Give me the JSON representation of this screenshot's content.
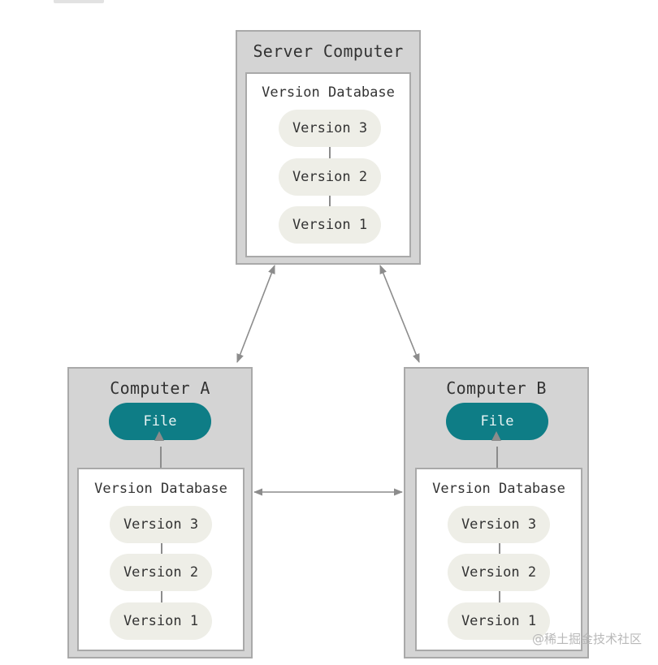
{
  "colors": {
    "box_fill": "#d4d4d4",
    "box_border": "#a9a9a9",
    "version_pill": "#eeeee7",
    "file_pill": "#0e7d86",
    "arrow": "#8c8c8c"
  },
  "server": {
    "title": "Server Computer",
    "database_title": "Version Database",
    "versions": [
      "Version 3",
      "Version 2",
      "Version 1"
    ]
  },
  "computer_a": {
    "title": "Computer A",
    "file_label": "File",
    "database_title": "Version Database",
    "versions": [
      "Version 3",
      "Version 2",
      "Version 1"
    ]
  },
  "computer_b": {
    "title": "Computer B",
    "file_label": "File",
    "database_title": "Version Database",
    "versions": [
      "Version 3",
      "Version 2",
      "Version 1"
    ]
  },
  "watermark": "@稀土掘金技术社区"
}
